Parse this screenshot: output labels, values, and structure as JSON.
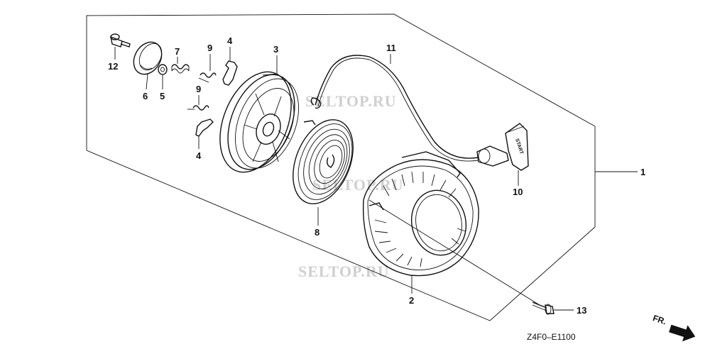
{
  "watermarks": [
    "SELTOP.RU",
    "SELTOP.RU",
    "SELTOP.RU"
  ],
  "diagram_code": "Z4F0–E1100",
  "direction": {
    "label": "FR.",
    "icon": "arrow-right-icon"
  },
  "handle_text": "START",
  "callouts": {
    "assembly": "1",
    "case": "2",
    "reel": "3",
    "ratchet_upper": "4",
    "ratchet_lower": "4",
    "washer": "5",
    "friction_plate": "6",
    "friction_spring": "7",
    "return_spring": "8",
    "ratchet_spring_upper": "9",
    "ratchet_spring_lower": "9",
    "grip": "10",
    "rope": "11",
    "setting_bolt": "12",
    "flange_bolt": "13"
  }
}
